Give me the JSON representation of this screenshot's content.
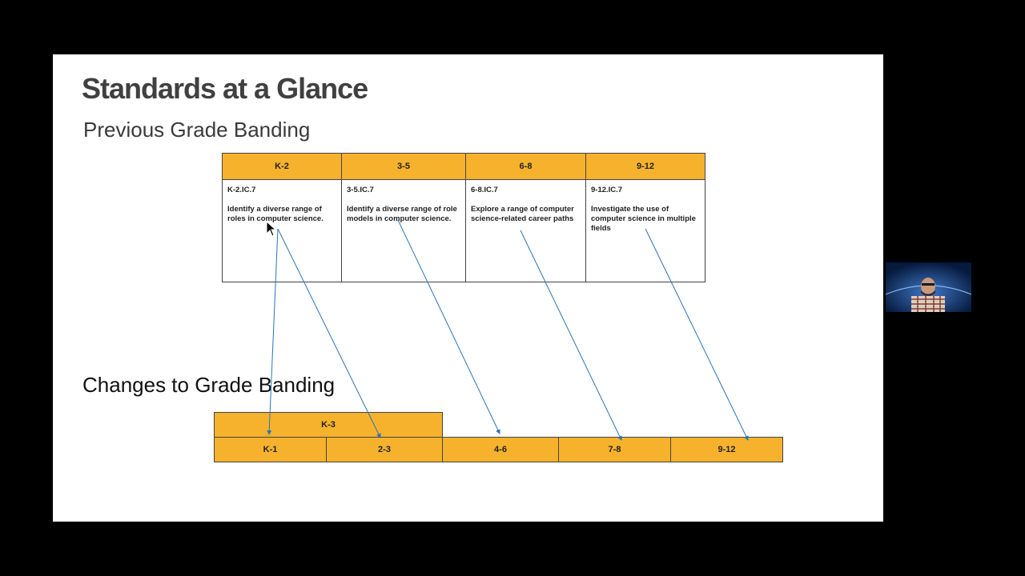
{
  "slide": {
    "title": "Standards at a Glance",
    "subtitle": "Previous Grade Banding",
    "section_title": "Changes to Grade Banding"
  },
  "previous_bands": [
    {
      "label": "K-2",
      "code": "K-2.IC.7",
      "description": "Identify a diverse range of roles in computer science."
    },
    {
      "label": "3-5",
      "code": "3-5.IC.7",
      "description": "Identify a diverse range of role models in computer science."
    },
    {
      "label": "6-8",
      "code": "6-8.IC.7",
      "description": "Explore a range of computer science-related career paths"
    },
    {
      "label": "9-12",
      "code": "9-12.IC.7",
      "description": "Investigate the use of computer science in multiple fields"
    }
  ],
  "new_bands": {
    "k3": "K-3",
    "k1": "K-1",
    "g23": "2-3",
    "g46": "4-6",
    "g78": "7-8",
    "g912": "9-12"
  },
  "colors": {
    "band_fill": "#f6b22c",
    "arrow": "#2a74b8",
    "slide_bg": "#ffffff",
    "frame_bg": "#000000"
  }
}
